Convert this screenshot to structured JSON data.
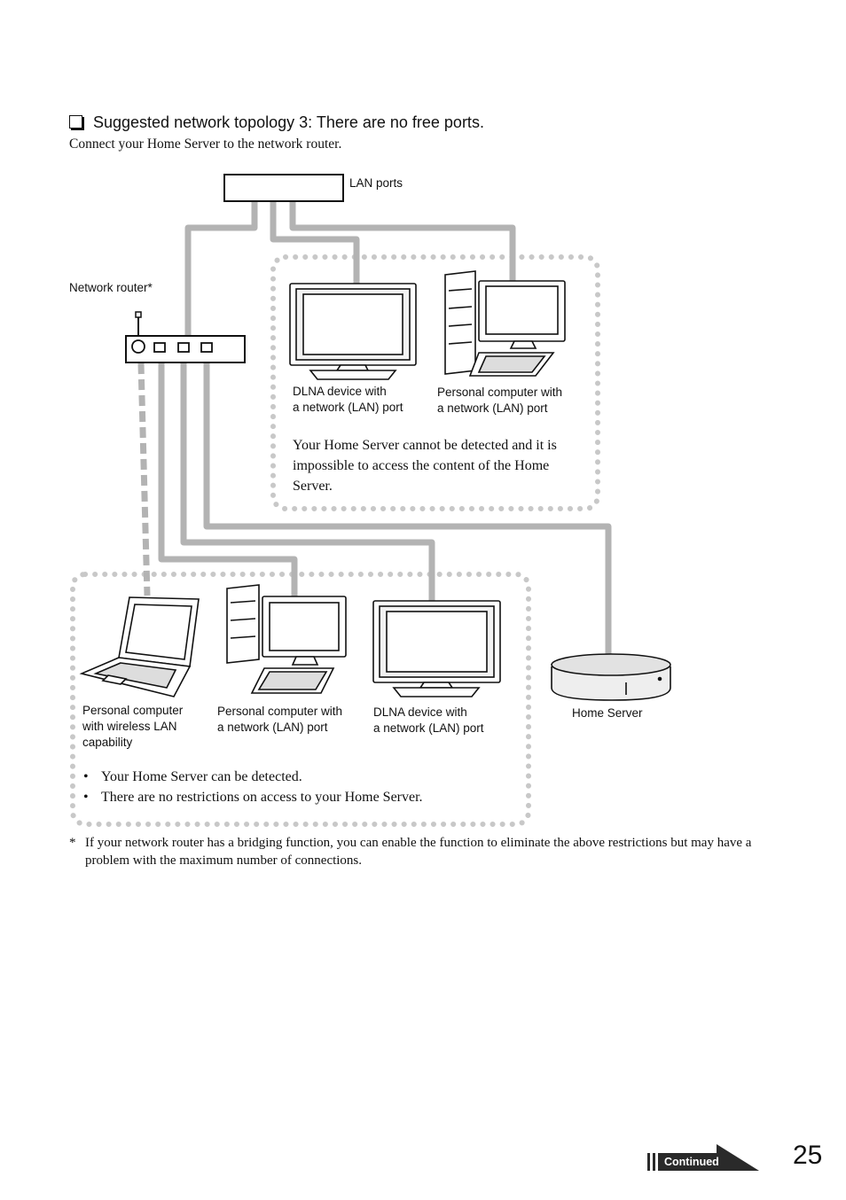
{
  "heading": "Suggested network topology 3: There are no free ports.",
  "subheading": "Connect your Home Server to the network router.",
  "labels": {
    "lan_ports": "LAN ports",
    "network_router": "Network router*",
    "dlna_top": [
      "DLNA device with",
      "a network (LAN) port"
    ],
    "pc_top": [
      "Personal computer with",
      "a network (LAN) port"
    ],
    "pc_wireless": [
      "Personal computer",
      "with wireless LAN",
      "capability"
    ],
    "pc_bottom": [
      "Personal computer with",
      "a network (LAN) port"
    ],
    "dlna_bottom": [
      "DLNA device with",
      "a network (LAN) port"
    ],
    "home_server": "Home Server"
  },
  "top_note": "Your Home Server cannot be detected and it is impossible to access the content of the Home Server.",
  "bottom_notes": [
    "Your Home Server can be detected.",
    "There are no restrictions on access to your Home Server."
  ],
  "footnote": {
    "marker": "*",
    "text": "If your network router has a bridging function, you can enable the function to eliminate the above restrictions but may have a problem with the maximum number of connections."
  },
  "continued": "Continued",
  "page_number": "25"
}
